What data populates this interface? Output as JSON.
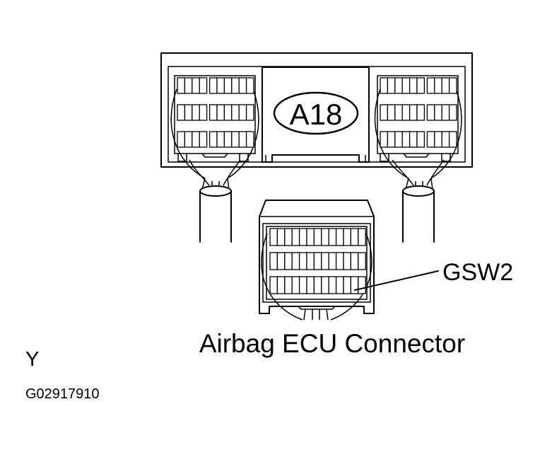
{
  "diagram": {
    "connector_code": "A18",
    "terminal_label": "GSW2",
    "caption": "Airbag ECU Connector",
    "color_code": "Y",
    "figure_id": "G02917910"
  }
}
